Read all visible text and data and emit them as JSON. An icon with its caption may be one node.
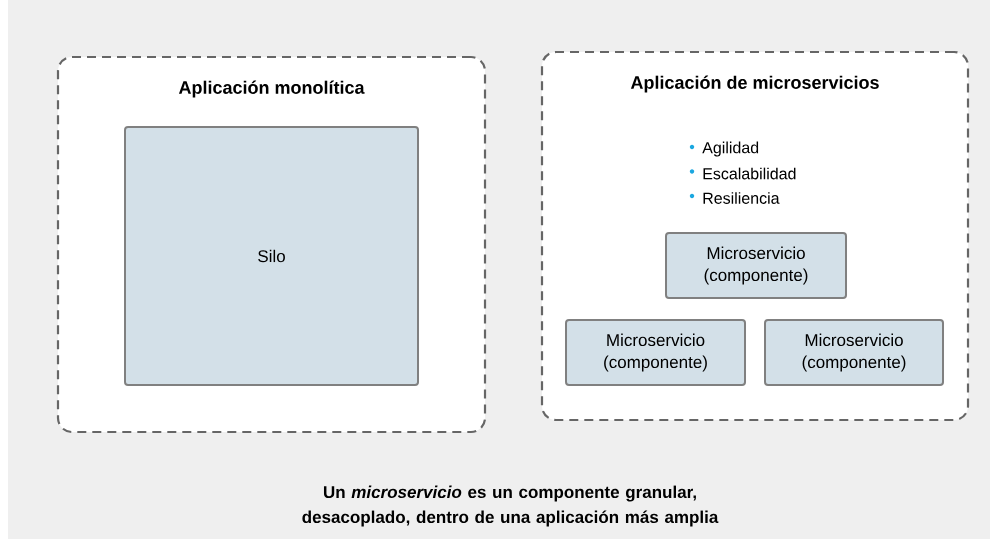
{
  "diagram": {
    "caption": "Un *microservicio* es un componente granular, desacoplado, dentro de una aplicación más amplia",
    "nodes": [
      {
        "text": [
          "Aplicación monolítica"
        ]
      },
      {
        "text": [
          "Silo"
        ],
        "in": 0
      },
      {
        "text": [
          "Aplicación de microservicios",
          "Agilidad",
          "Escalabilidad",
          "Resiliencia"
        ]
      },
      {
        "text": [
          "Microservicio (componente)"
        ],
        "in": 2
      },
      {
        "text": [
          "Microservicio (componente)"
        ],
        "in": 2
      },
      {
        "text": [
          "Microservicio (componente)"
        ],
        "in": 2
      }
    ]
  }
}
